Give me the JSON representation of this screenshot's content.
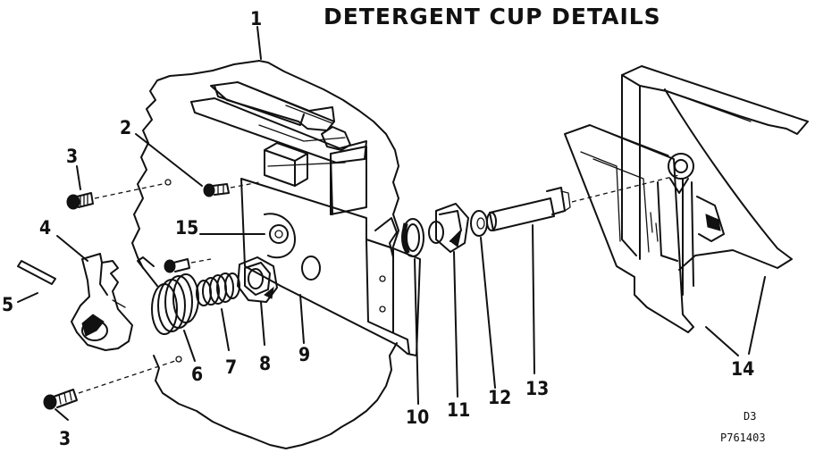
{
  "title": "DETERGENT CUP DETAILS",
  "part_labels": {
    "p1": "1",
    "p2": "2",
    "p3a": "3",
    "p3b": "3",
    "p4": "4",
    "p5": "5",
    "p6": "6",
    "p7": "7",
    "p8": "8",
    "p9": "9",
    "p10": "10",
    "p11": "11",
    "p12": "12",
    "p13": "13",
    "p14": "14",
    "p15": "15"
  },
  "diagram_code": "D3",
  "drawing_number": "P761403"
}
